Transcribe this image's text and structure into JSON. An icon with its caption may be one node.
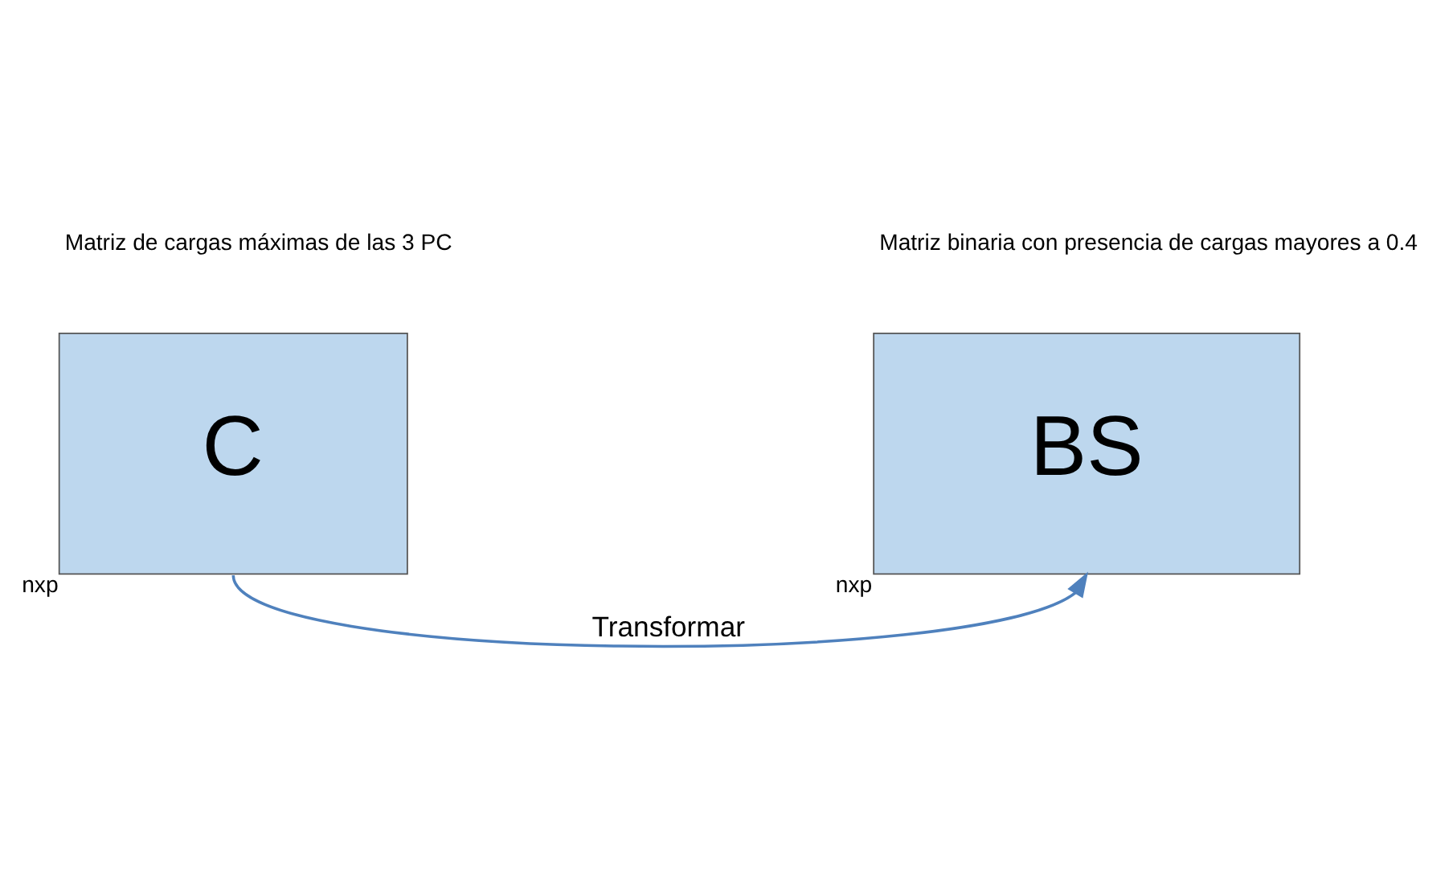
{
  "diagram": {
    "nodes": [
      {
        "text": [
          "Matriz de cargas máximas de las 3 PC",
          "C"
        ],
        "beside": [
          "nxp"
        ]
      },
      {
        "text": [
          "Matriz binaria con presencia de cargas mayores a 0.4",
          "BS"
        ],
        "beside": [
          "nxp"
        ]
      }
    ],
    "edges": [
      {
        "from": 0,
        "to": 1,
        "arrow": "to",
        "label": "Transformar",
        "color": "#4f81bd"
      }
    ]
  }
}
